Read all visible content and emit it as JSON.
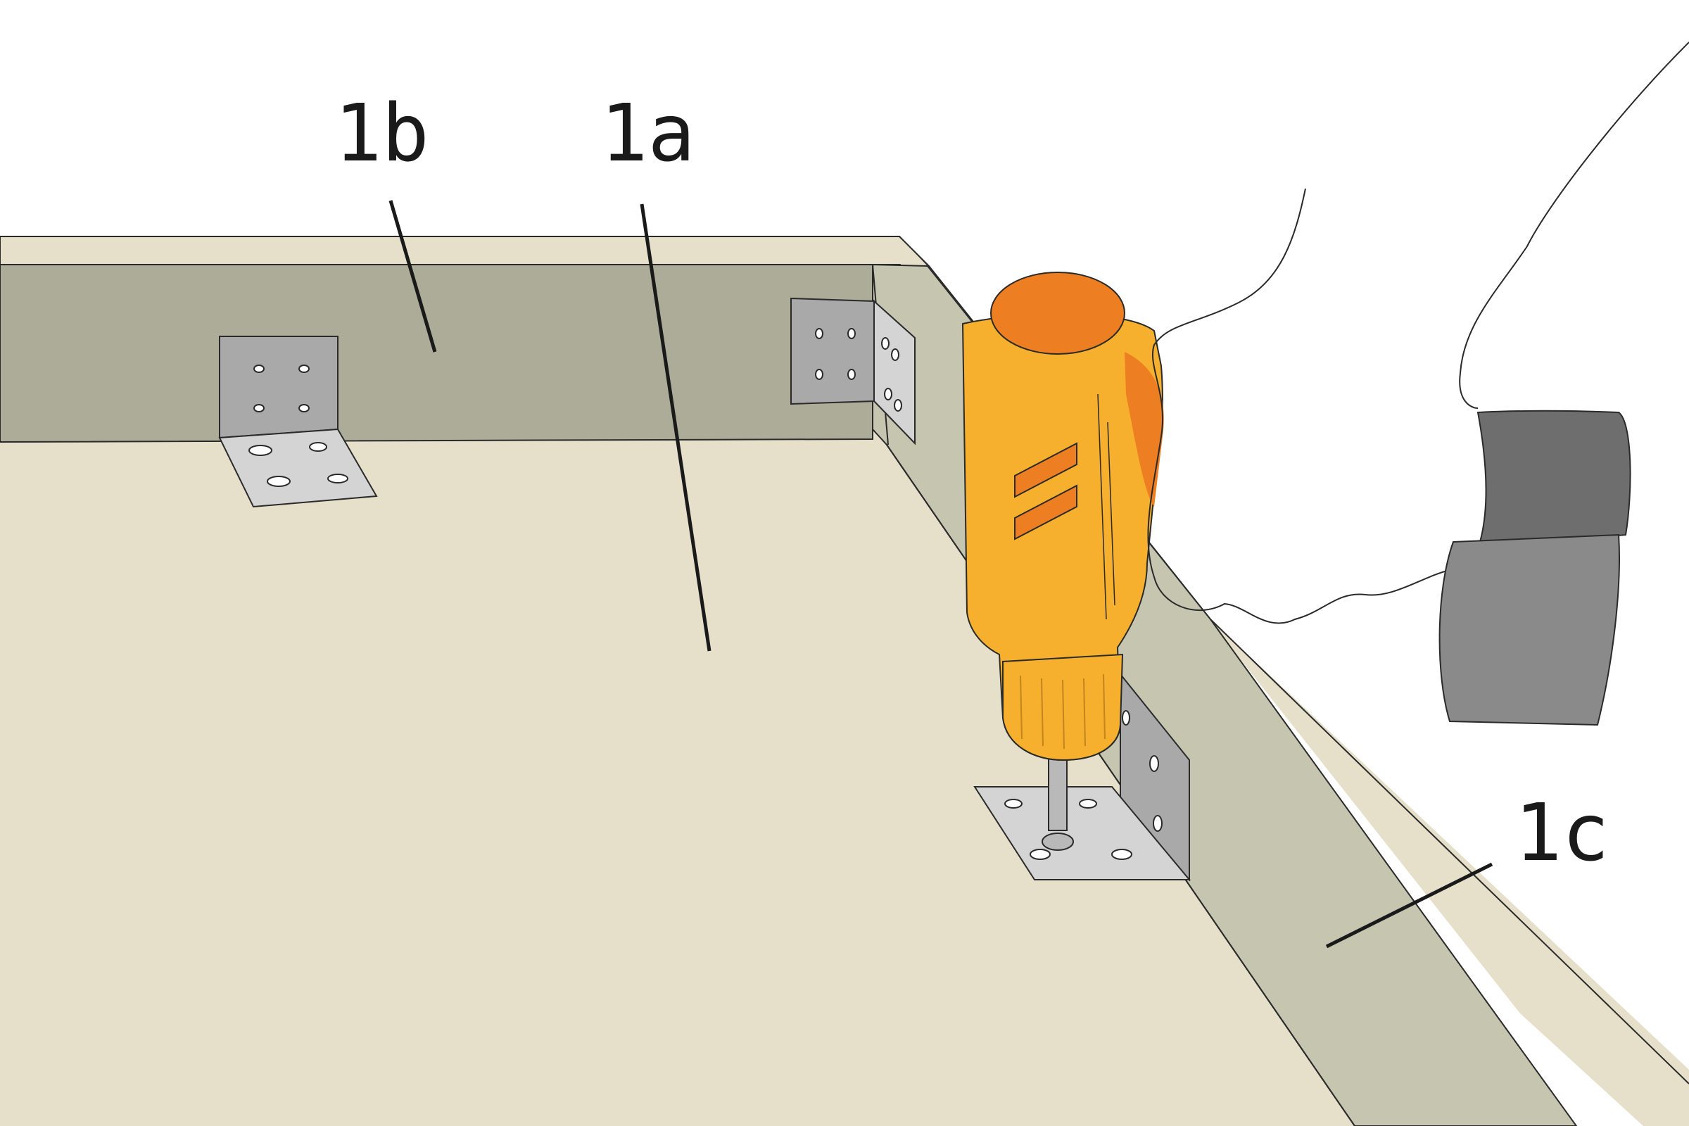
{
  "labels": {
    "panel_bottom": "1a",
    "panel_back": "1b",
    "panel_side": "1c"
  },
  "colors": {
    "bottom_panel": "#e6e0cb",
    "back_panel": "#acac98",
    "side_panel": "#c5c5b0",
    "board_edge": "#e6e0cb",
    "bracket": "#a9a9a9",
    "bracket_light": "#d4d4d4",
    "drill_body": "#f6b02e",
    "drill_accent": "#ee7e22",
    "glove": "#7a7a7a",
    "outline": "#2a2a2a"
  },
  "icons": {
    "bracket": "angle-bracket-icon",
    "drill": "cordless-drill-icon",
    "hand": "gloved-hand-icon"
  }
}
